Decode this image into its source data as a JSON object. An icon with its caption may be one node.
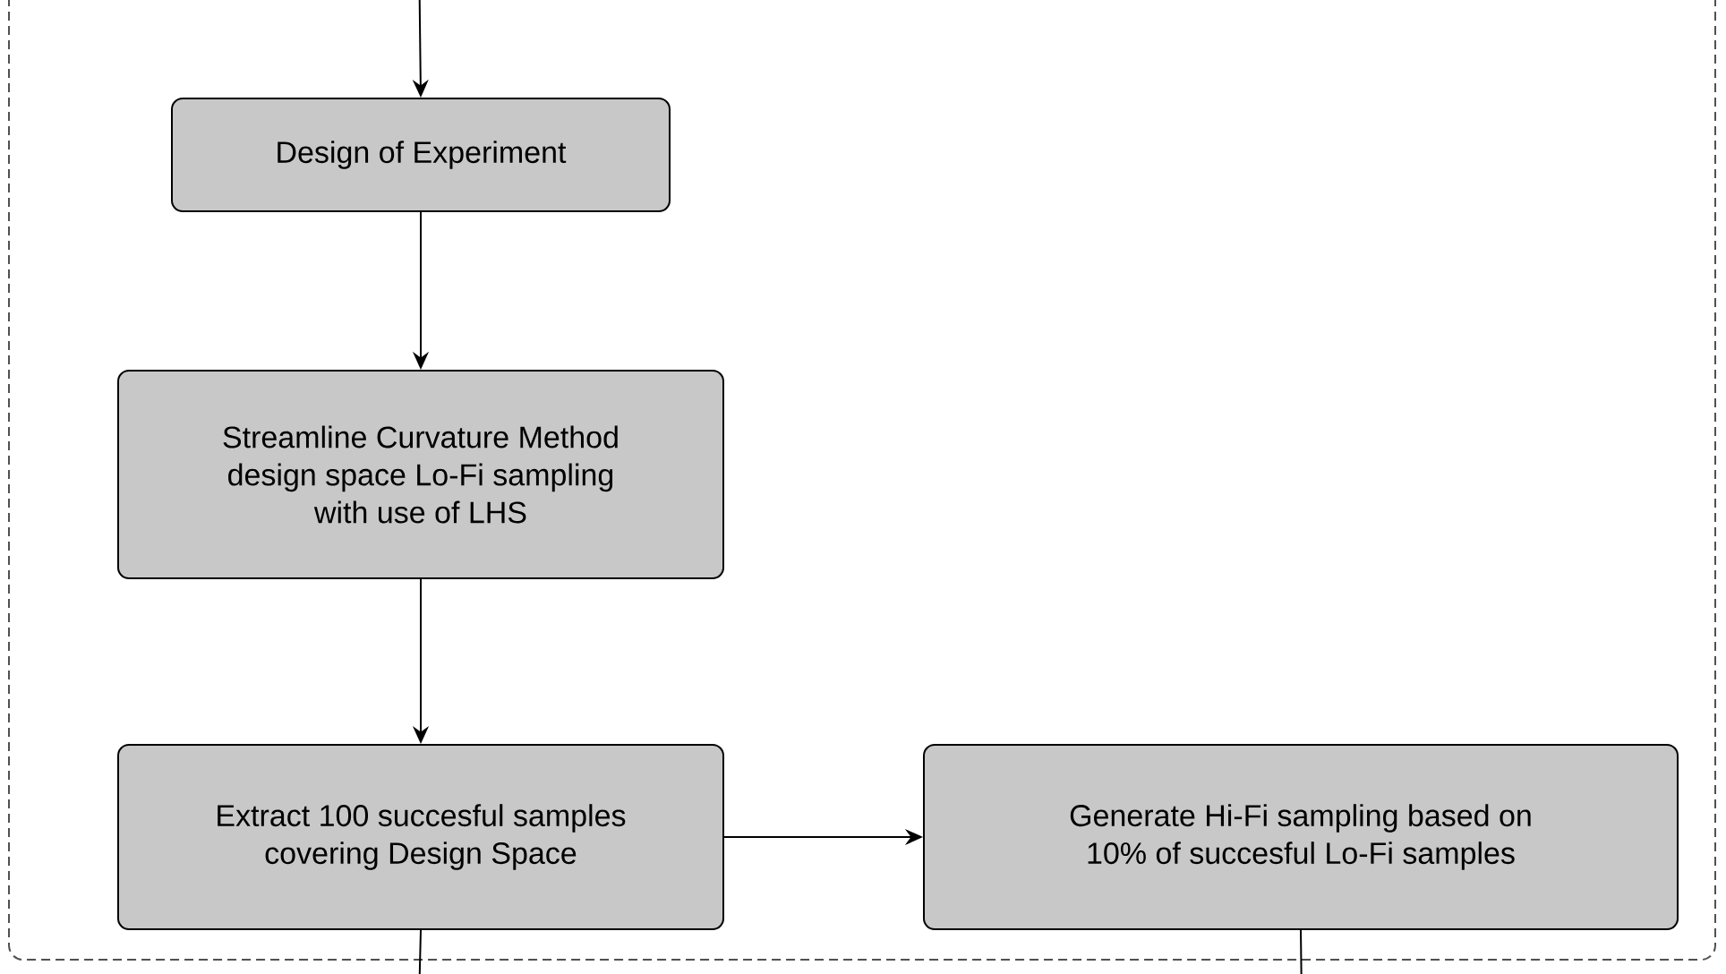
{
  "diagram": {
    "nodes": [
      {
        "text": [],
        "shape": "box"
      },
      {
        "text": [
          "Design of Experiment"
        ],
        "in": 0
      },
      {
        "text": [
          "Streamline Curvature Method design space Lo-Fi sampling with use of LHS"
        ],
        "in": 0
      },
      {
        "text": [
          "Extract 100 succesful samples covering Design Space"
        ],
        "in": 0
      },
      {
        "text": [
          "Generate Hi-Fi sampling based on 10% of succesful Lo-Fi samples"
        ],
        "in": 0
      }
    ],
    "edges": [
      {
        "from": null,
        "to": 1,
        "arrow": "to"
      },
      {
        "from": 1,
        "to": 2,
        "arrow": "to"
      },
      {
        "from": 2,
        "to": 3,
        "arrow": "to"
      },
      {
        "from": 3,
        "to": 4,
        "arrow": "to"
      },
      {
        "from": 3,
        "to": null,
        "arrow": "none"
      },
      {
        "from": 4,
        "to": null,
        "arrow": "none"
      }
    ]
  }
}
